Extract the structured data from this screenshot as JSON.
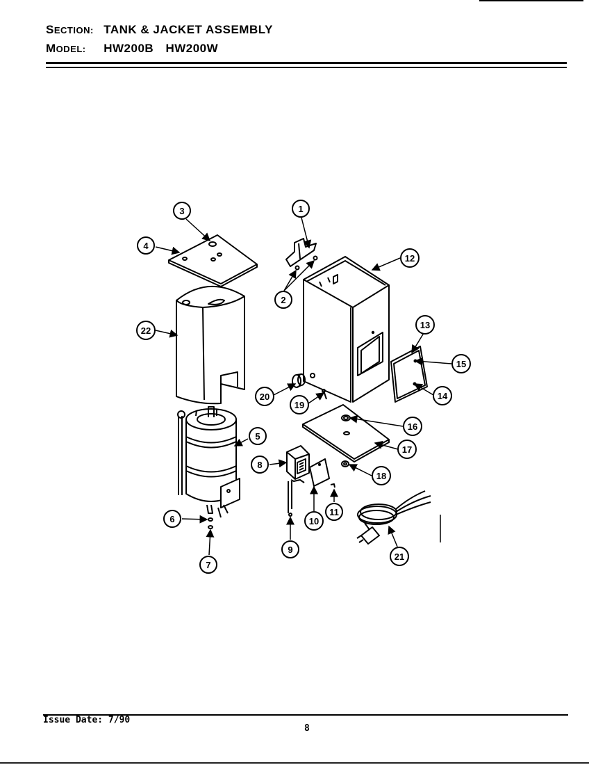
{
  "header": {
    "section_label_cap": "S",
    "section_label_rest": "ECTION:",
    "section_value": "TANK & JACKET ASSEMBLY",
    "model_label_cap": "M",
    "model_label_rest": "ODEL:",
    "models": [
      "HW200B",
      "HW200W"
    ]
  },
  "footer": {
    "issue_date": "Issue Date: 7/90",
    "page_number": "8"
  },
  "callouts": [
    {
      "id": "1",
      "label": "1"
    },
    {
      "id": "2",
      "label": "2"
    },
    {
      "id": "3",
      "label": "3"
    },
    {
      "id": "4",
      "label": "4"
    },
    {
      "id": "5",
      "label": "5"
    },
    {
      "id": "6",
      "label": "6"
    },
    {
      "id": "7",
      "label": "7"
    },
    {
      "id": "8",
      "label": "8"
    },
    {
      "id": "9",
      "label": "9"
    },
    {
      "id": "10",
      "label": "10"
    },
    {
      "id": "11",
      "label": "11"
    },
    {
      "id": "12",
      "label": "12"
    },
    {
      "id": "13",
      "label": "13"
    },
    {
      "id": "14",
      "label": "14"
    },
    {
      "id": "15",
      "label": "15"
    },
    {
      "id": "16",
      "label": "16"
    },
    {
      "id": "17",
      "label": "17"
    },
    {
      "id": "18",
      "label": "18"
    },
    {
      "id": "19",
      "label": "19"
    },
    {
      "id": "20",
      "label": "20"
    },
    {
      "id": "21",
      "label": "21"
    },
    {
      "id": "22",
      "label": "22"
    }
  ]
}
